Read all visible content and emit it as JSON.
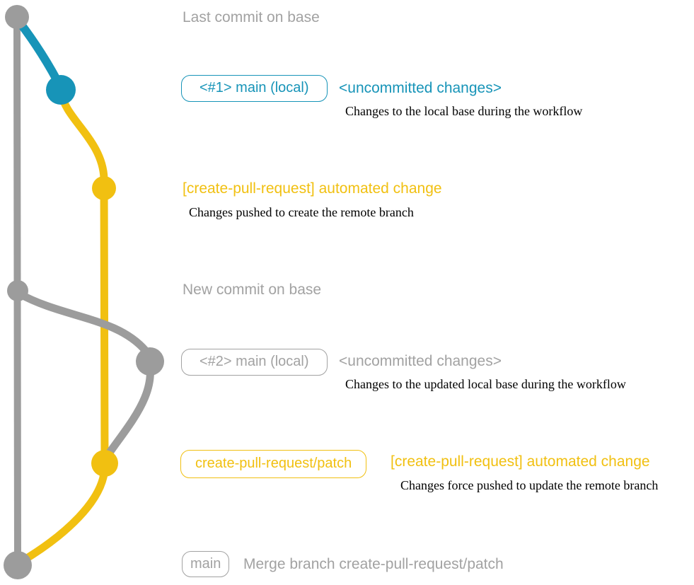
{
  "colors": {
    "gray_line": "#9c9c9c",
    "gray_text": "#a2a2a2",
    "blue": "#1794b8",
    "yellow": "#f1c011",
    "annotation": "#000000"
  },
  "graph": {
    "nodes": [
      {
        "id": "last-commit-on-base",
        "color": "gray"
      },
      {
        "id": "uncommitted-changes-1",
        "color": "blue"
      },
      {
        "id": "automated-change-1",
        "color": "yellow"
      },
      {
        "id": "new-commit-on-base",
        "color": "gray"
      },
      {
        "id": "uncommitted-changes-2",
        "color": "gray"
      },
      {
        "id": "automated-change-2",
        "color": "yellow"
      },
      {
        "id": "merge-commit",
        "color": "gray"
      }
    ]
  },
  "rows": {
    "last_commit": {
      "text": "Last commit on base"
    },
    "uncommitted1": {
      "badge": "<#1> main (local)",
      "title": "<uncommitted changes>",
      "desc": "Changes to the local base during the workflow"
    },
    "automated1": {
      "title": "[create-pull-request] automated change",
      "desc": "Changes pushed to create the remote branch"
    },
    "new_commit": {
      "text": "New commit on base"
    },
    "uncommitted2": {
      "badge": "<#2> main (local)",
      "title": "<uncommitted changes>",
      "desc": "Changes to the updated local base during the workflow"
    },
    "automated2": {
      "badge": "create-pull-request/patch",
      "title": "[create-pull-request] automated change",
      "desc": "Changes force pushed to update the remote branch"
    },
    "merge": {
      "badge": "main",
      "text": "Merge branch create-pull-request/patch"
    }
  }
}
